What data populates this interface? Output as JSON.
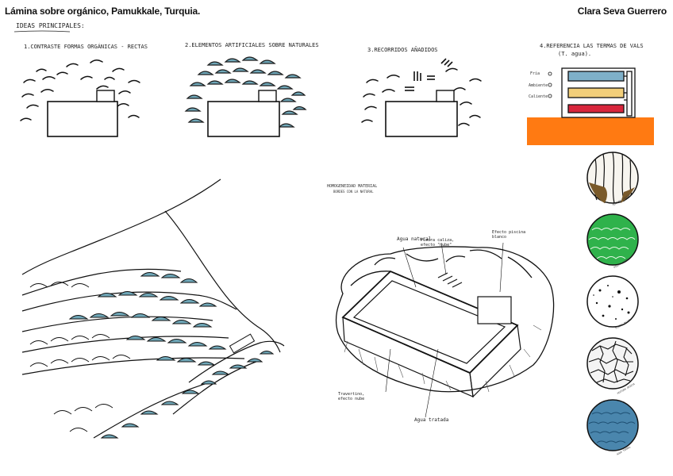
{
  "header": {
    "title": "Lámina sobre orgánico, Pamukkale, Turquia.",
    "author": "Clara Seva Guerrero"
  },
  "ideas_heading": "IDEAS PRINCIPALES:",
  "ideas": [
    {
      "label": "1.CONTRASTE FORMAS ORGÁNICAS - RECTAS"
    },
    {
      "label": "2.ELEMENTOS ARTIFICIALES SOBRE NATURALES"
    },
    {
      "label": "3.RECORRIDOS AÑADIDOS"
    },
    {
      "label": "4.REFERENCIA LAS TERMAS DE VALS",
      "sublabel": "(T. agua)."
    }
  ],
  "temperature_legend": [
    {
      "label": "Fría",
      "color": "#7fb0c9"
    },
    {
      "label": "Ambiente",
      "color": "#f2cf7a"
    },
    {
      "label": "Caliente",
      "color": "#d8263c"
    }
  ],
  "accent_colors": {
    "ground_orange": "#ff7a12",
    "water_blue": "#6fa7b8",
    "green": "#2fb24b",
    "ocean_blue": "#4a86ad"
  },
  "axonometric": {
    "heading": "HOMOGENEIDAD MATERIAL",
    "subheading": "BORDES CON LA NATURAL",
    "notes": [
      "Agua natural",
      "Piedra caliza, efecto \"nube\"",
      "Efecto piscina blanco",
      "Travertino, efecto nube",
      "Agua tratada"
    ]
  },
  "textures": [
    {
      "name": "texture-bark",
      "label": "TEXTURA CORTEZA",
      "fill": "#f7f5ef"
    },
    {
      "name": "texture-green",
      "label": "PIEDRA VERDE",
      "fill": "#2fb24b"
    },
    {
      "name": "texture-speckled",
      "label": "PIEDRA BLANCA",
      "fill": "#ffffff"
    },
    {
      "name": "texture-cracked",
      "label": "TEXTURA GRIETA",
      "fill": "#f4f4f4"
    },
    {
      "name": "texture-water",
      "label": "AGUA TERMAL",
      "fill": "#4a86ad"
    }
  ]
}
